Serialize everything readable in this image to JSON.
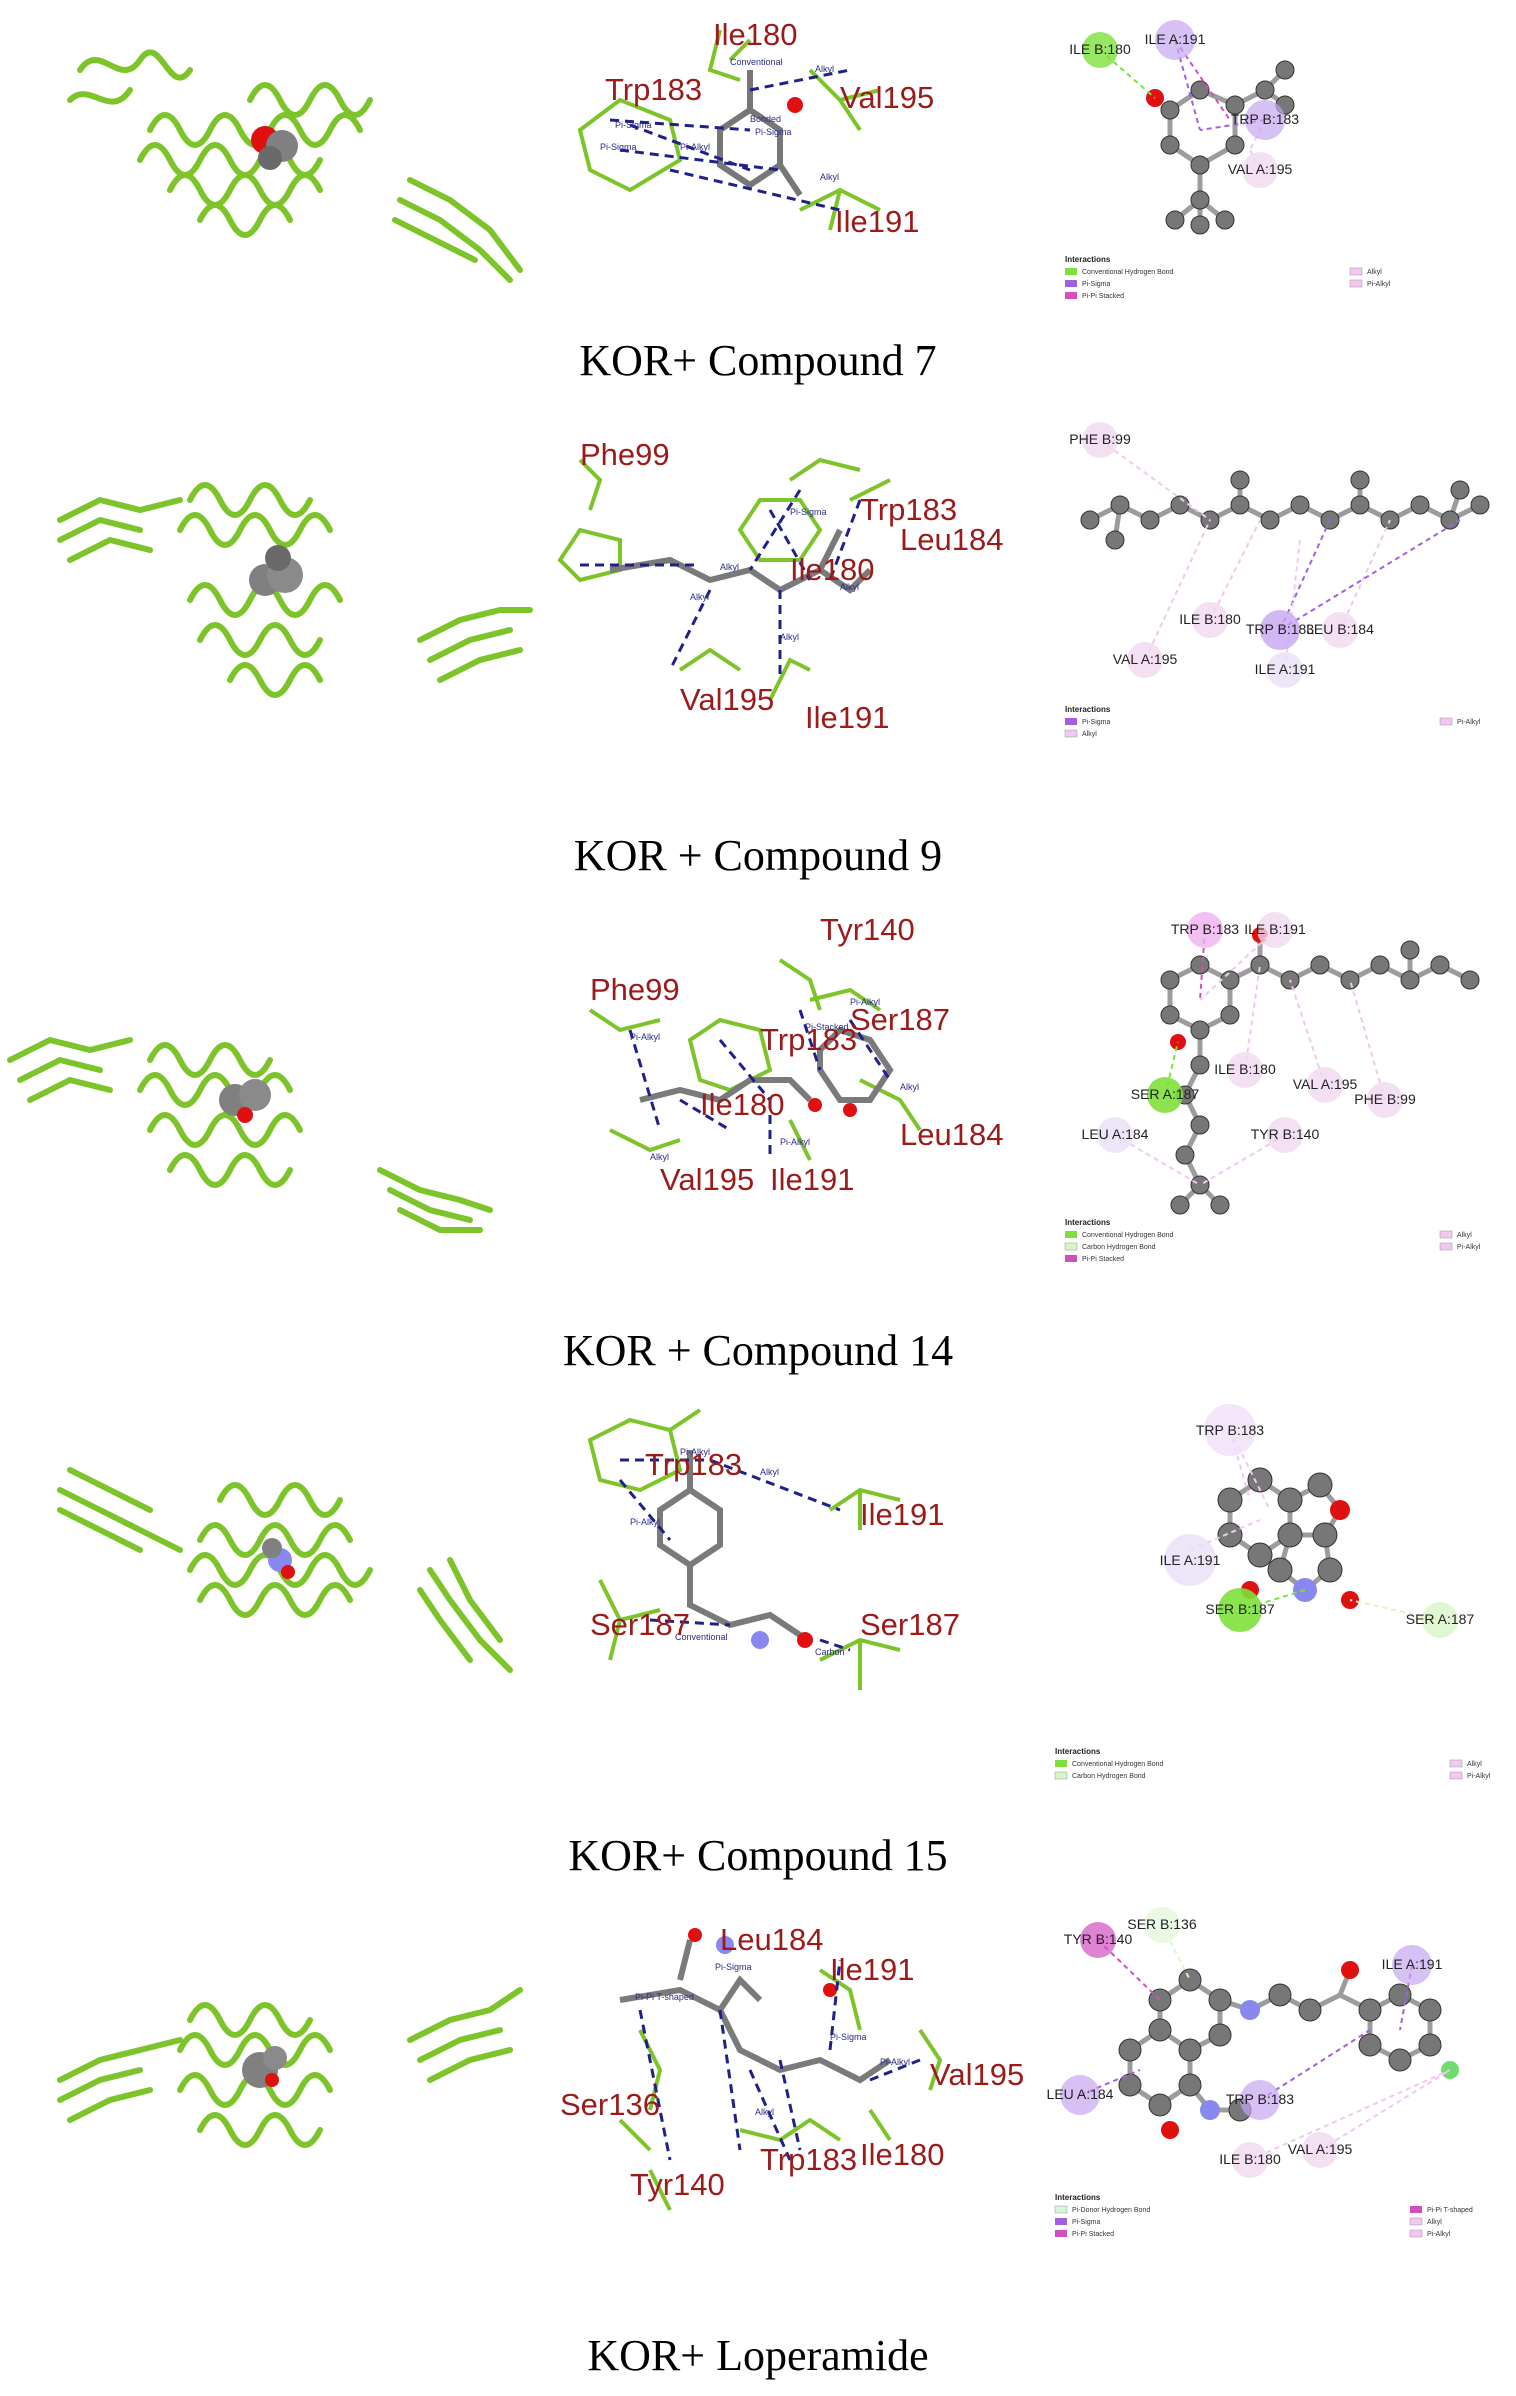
{
  "colors": {
    "protein": "#7cc42a",
    "residue_label": "#9b1b1b",
    "interaction_line": "#20208a",
    "ligand": "#808080",
    "oxygen": "#e01010",
    "nitrogen": "#8888ee",
    "conv_hbond": "#7ee03a",
    "carbon_hbond": "#d8f5c8",
    "pi_sigma": "#a060e0",
    "pi_pi": "#d050c0",
    "alkyl": "#f0c8f0",
    "pi_donor": "#d8f5d8"
  },
  "panels": [
    {
      "caption": "KOR+ Compound 7",
      "residues_3d": [
        "Ile180",
        "Val195",
        "Trp183",
        "Ile191"
      ],
      "interaction_tags": [
        "Conventional",
        "Alkyl",
        "Pi-Sigma",
        "Pi-Sigma",
        "Pi-Alkyl",
        "Alkyl",
        "Bonded",
        "Pi-Sigma"
      ],
      "residues_2d": [
        "ILE B:180",
        "ILE A:191",
        "TRP B:183",
        "VAL A:195"
      ],
      "legend_title": "Interactions",
      "legend": [
        "Conventional Hydrogen Bond",
        "Pi-Sigma",
        "Pi-Pi Stacked",
        "Alkyl",
        "Pi-Alkyl"
      ]
    },
    {
      "caption": "KOR + Compound 9",
      "residues_3d": [
        "Phe99",
        "Trp183",
        "Leu184",
        "Ile180",
        "Val195",
        "Ile191"
      ],
      "interaction_tags": [
        "Pi-Sigma",
        "Alkyl",
        "Alkyl",
        "Alkyl",
        "Alkyl"
      ],
      "residues_2d": [
        "PHE B:99",
        "ILE B:180",
        "TRP B:183",
        "LEU B:184",
        "VAL A:195",
        "ILE A:191"
      ],
      "legend_title": "Interactions",
      "legend": [
        "Pi-Sigma",
        "Alkyl",
        "Pi-Alkyl"
      ]
    },
    {
      "caption": "KOR + Compound 14",
      "residues_3d": [
        "Tyr140",
        "Phe99",
        "Ser187",
        "Trp183",
        "Ile180",
        "Leu184",
        "Val195",
        "Ile191"
      ],
      "interaction_tags": [
        "Pi-Alkyl",
        "Pi-Stacked",
        "Pi-Alkyl",
        "Alkyl",
        "Pi-Alkyl",
        "Alkyl"
      ],
      "residues_2d": [
        "TRP B:183",
        "ILE B:191",
        "ILE B:180",
        "VAL A:195",
        "PHE B:99",
        "SER A:187",
        "TYR B:140",
        "LEU A:184"
      ],
      "legend_title": "Interactions",
      "legend": [
        "Conventional Hydrogen Bond",
        "Carbon Hydrogen Bond",
        "Pi-Pi Stacked",
        "Alkyl",
        "Pi-Alkyl"
      ]
    },
    {
      "caption": "KOR+ Compound 15",
      "residues_3d": [
        "Trp183",
        "Ile191",
        "Ser187",
        "Ser187"
      ],
      "interaction_tags": [
        "Pi-Alkyl",
        "Alkyl",
        "Pi-Alkyl",
        "Conventional",
        "Carbon"
      ],
      "residues_2d": [
        "TRP B:183",
        "ILE A:191",
        "SER B:187",
        "SER A:187"
      ],
      "legend_title": "Interactions",
      "legend": [
        "Conventional Hydrogen Bond",
        "Carbon Hydrogen Bond",
        "Alkyl",
        "Pi-Alkyl"
      ]
    },
    {
      "caption": "KOR+ Loperamide",
      "residues_3d": [
        "Leu184",
        "Ile191",
        "Val195",
        "Ser136",
        "Ile180",
        "Trp183",
        "Tyr140"
      ],
      "interaction_tags": [
        "Pi-Pi T-shaped",
        "Pi-Sigma",
        "Pi-Sigma",
        "Alkyl",
        "Pi-Alkyl"
      ],
      "residues_2d": [
        "TYR B:140",
        "SER B:136",
        "ILE A:191",
        "LEU A:184",
        "TRP B:183",
        "ILE B:180",
        "VAL A:195"
      ],
      "legend_title": "Interactions",
      "legend": [
        "Pi-Donor Hydrogen Bond",
        "Pi-Sigma",
        "Pi-Pi Stacked",
        "Pi-Pi T-shaped",
        "Alkyl",
        "Pi-Alkyl"
      ]
    }
  ]
}
